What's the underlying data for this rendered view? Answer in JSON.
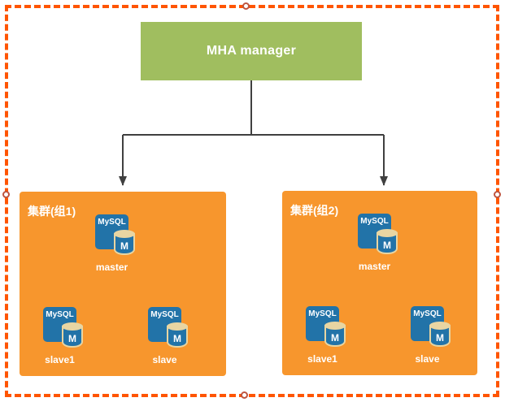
{
  "colors": {
    "selection_border": "#FF5500",
    "handle_stroke": "#BE5540",
    "manager_bg": "#A0BE5F",
    "cluster_bg": "#F7962D",
    "icon_blue": "#2273A8",
    "cylinder_cream": "#E8D5A2",
    "connector": "#404040",
    "label_text": "#FFFFFF"
  },
  "manager": {
    "label": "MHA manager"
  },
  "icon": {
    "mysql_label": "MySQL",
    "m_label": "M"
  },
  "clusters": [
    {
      "title": "集群(组1)",
      "nodes": [
        {
          "label": "master"
        },
        {
          "label": "slave1"
        },
        {
          "label": "slave"
        }
      ]
    },
    {
      "title": "集群(组2)",
      "nodes": [
        {
          "label": "master"
        },
        {
          "label": "slave1"
        },
        {
          "label": "slave"
        }
      ]
    }
  ]
}
